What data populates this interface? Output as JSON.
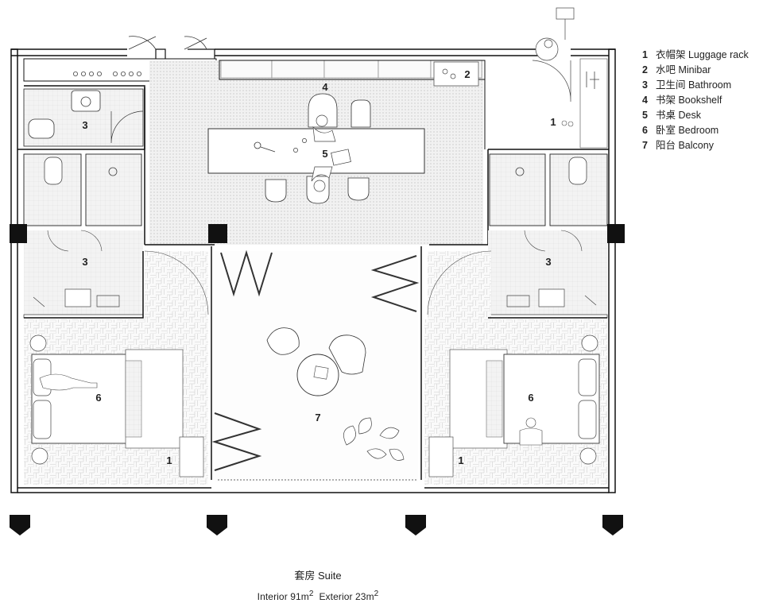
{
  "legend": [
    {
      "num": "1",
      "label": "衣帽架 Luggage rack"
    },
    {
      "num": "2",
      "label": "水吧 Minibar"
    },
    {
      "num": "3",
      "label": "卫生间 Bathroom"
    },
    {
      "num": "4",
      "label": "书架 Bookshelf"
    },
    {
      "num": "5",
      "label": "书桌 Desk"
    },
    {
      "num": "6",
      "label": "卧室 Bedroom"
    },
    {
      "num": "7",
      "label": "阳台 Balcony"
    }
  ],
  "plan_labels": {
    "luggage_top": "1",
    "minibar": "2",
    "bathroom_top": "3",
    "bookshelf": "4",
    "desk": "5",
    "bathroom_left": "3",
    "bathroom_right": "3",
    "bedroom_left": "6",
    "bedroom_right": "6",
    "balcony": "7",
    "luggage_left": "1",
    "luggage_right": "1"
  },
  "caption": {
    "title": "套房 Suite",
    "interior_label": "Interior 91m",
    "interior_sup": "2",
    "exterior_label": "Exterior 23m",
    "exterior_sup": "2"
  }
}
